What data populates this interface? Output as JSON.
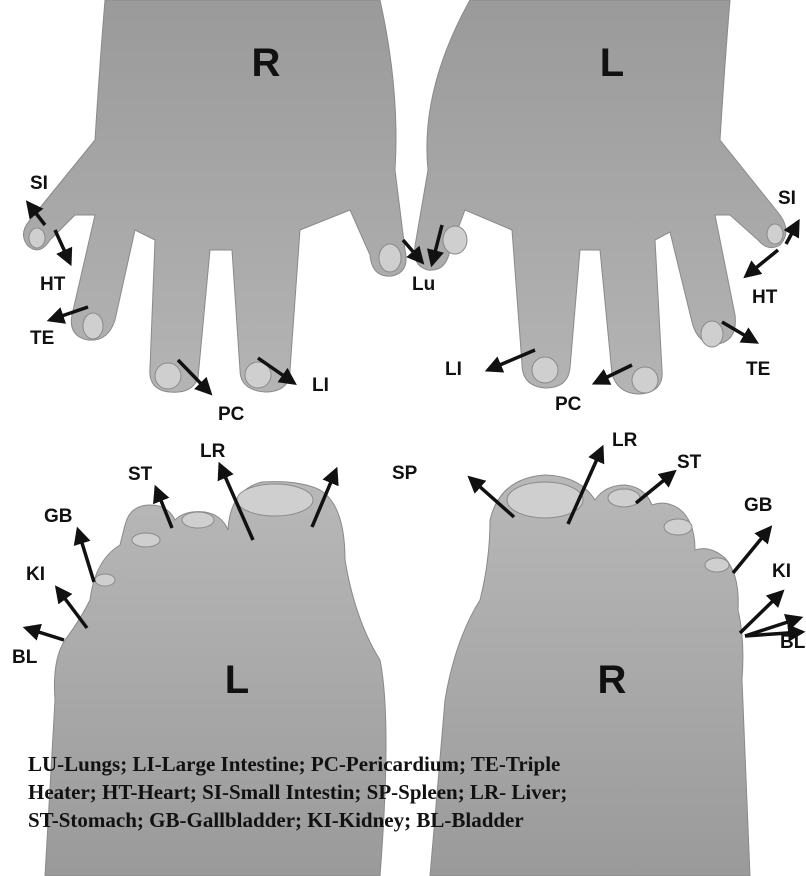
{
  "side_labels": {
    "right_hand": "R",
    "left_hand": "L",
    "left_foot": "L",
    "right_foot": "R"
  },
  "labels": {
    "si_right": "SI",
    "ht_right": "HT",
    "te_right": "TE",
    "pc_right": "PC",
    "li_right": "LI",
    "lu": "Lu",
    "li_left": "LI",
    "pc_left": "PC",
    "te_left": "TE",
    "ht_left": "HT",
    "si_left": "SI",
    "bl_left": "BL",
    "ki_left": "KI",
    "gb_left": "GB",
    "st_left": "ST",
    "lr_left": "LR",
    "sp": "SP",
    "lr_right": "LR",
    "st_right": "ST",
    "gb_right": "GB",
    "ki_right": "KI",
    "bl_right": "BL"
  },
  "legend": {
    "line1": "LU-Lungs; LI-Large Intestine; PC-Pericardium; TE-Triple",
    "line2": "Heater; HT-Heart; SI-Small Intestin; SP-Spleen; LR- Liver;",
    "line3": "ST-Stomach;  GB-Gallbladder; KI-Kidney; BL-Bladder"
  },
  "colors": {
    "skin": "#a9a9a9",
    "skin_dark": "#8c8c8c",
    "nail": "#cfcfcf",
    "background": "#ffffff",
    "ink": "#111111"
  }
}
